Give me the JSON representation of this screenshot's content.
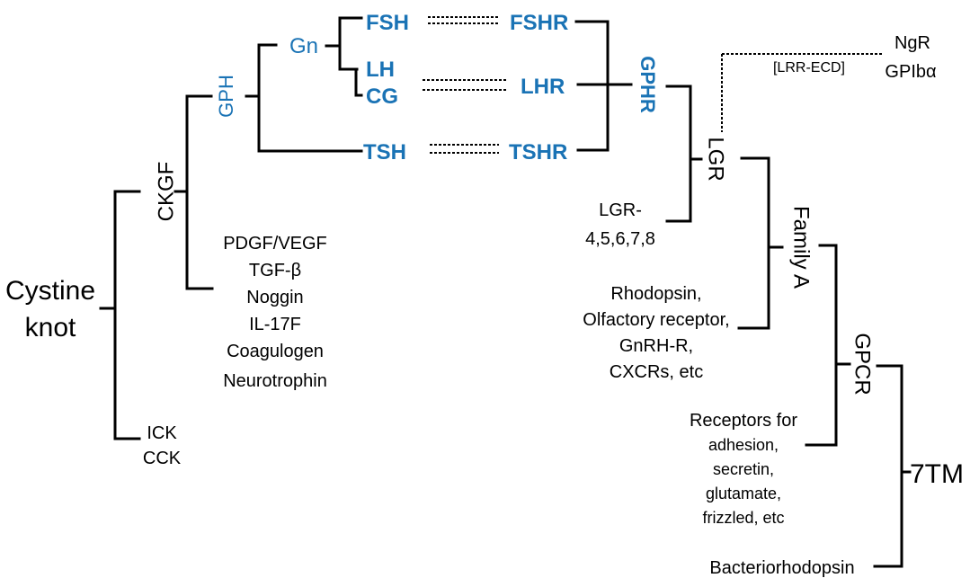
{
  "colors": {
    "accent": "#1a73b5",
    "line": "#000000"
  },
  "nodes": {
    "cystine_knot": [
      "Cystine",
      "knot"
    ],
    "ckgf": "CKGF",
    "gph": "GPH",
    "gn": "Gn",
    "fsh": "FSH",
    "lh": "LH",
    "cg": "CG",
    "tsh": "TSH",
    "fshr": "FSHR",
    "lhr": "LHR",
    "tshr": "TSHR",
    "gphr": "GPHR",
    "lgr": "LGR",
    "lrr_ecd": "[LRR-ECD]",
    "ngr": "NgR",
    "gpiba": "GPIbα",
    "lgr_others": [
      "LGR-",
      "4,5,6,7,8"
    ],
    "family_a": "Family A",
    "family_a_others": [
      "Rhodopsin,",
      "Olfactory receptor,",
      "GnRH-R,",
      "CXCRs, etc"
    ],
    "gpcr": "GPCR",
    "gpcr_others": [
      "Receptors for",
      "adhesion,",
      "secretin,",
      "glutamate,",
      "frizzled, etc"
    ],
    "tm7": "7TM",
    "bacteriorhodopsin": "Bacteriorhodopsin",
    "ckgf_others": [
      "PDGF/VEGF",
      "TGF-β",
      "Noggin",
      "IL-17F",
      "Coagulogen",
      "Neurotrophin"
    ],
    "ick_cck": [
      "ICK",
      "CCK"
    ]
  }
}
